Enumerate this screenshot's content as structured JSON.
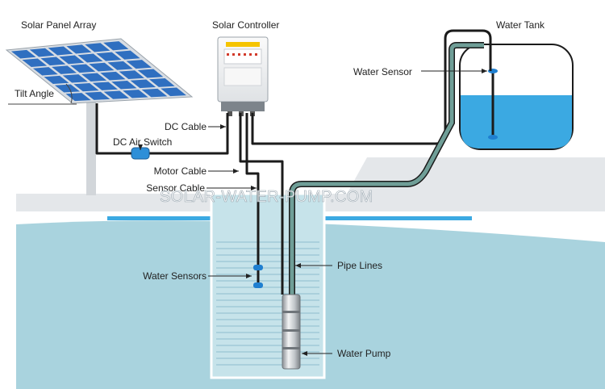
{
  "labels": {
    "solar_panel_array": "Solar Panel Array",
    "solar_controller": "Solar Controller",
    "water_tank": "Water Tank",
    "tilt_angle": "Tilt  Angle",
    "water_sensor": "Water Sensor",
    "dc_cable": "DC Cable",
    "dc_air_switch": "DC Air Switch",
    "motor_cable": "Motor Cable",
    "sensor_cable": "Sensor Cable",
    "water_sensors": "Water Sensors",
    "pipe_lines": "Pipe Lines",
    "water_pump": "Water Pump"
  },
  "watermark": "SOLAR-WATER-PUMP.COM",
  "colors": {
    "water": "#a9d3de",
    "water_light": "#c6e3ea",
    "bright_water": "#3ba9e2",
    "ground": "#e4e7ea",
    "cable": "#1b1b1b",
    "pipe": "#6f9e97",
    "panel_cell": "#2f6fc0",
    "panel_frame": "#d8dde3",
    "sensor_blue": "#1f7fd0"
  }
}
